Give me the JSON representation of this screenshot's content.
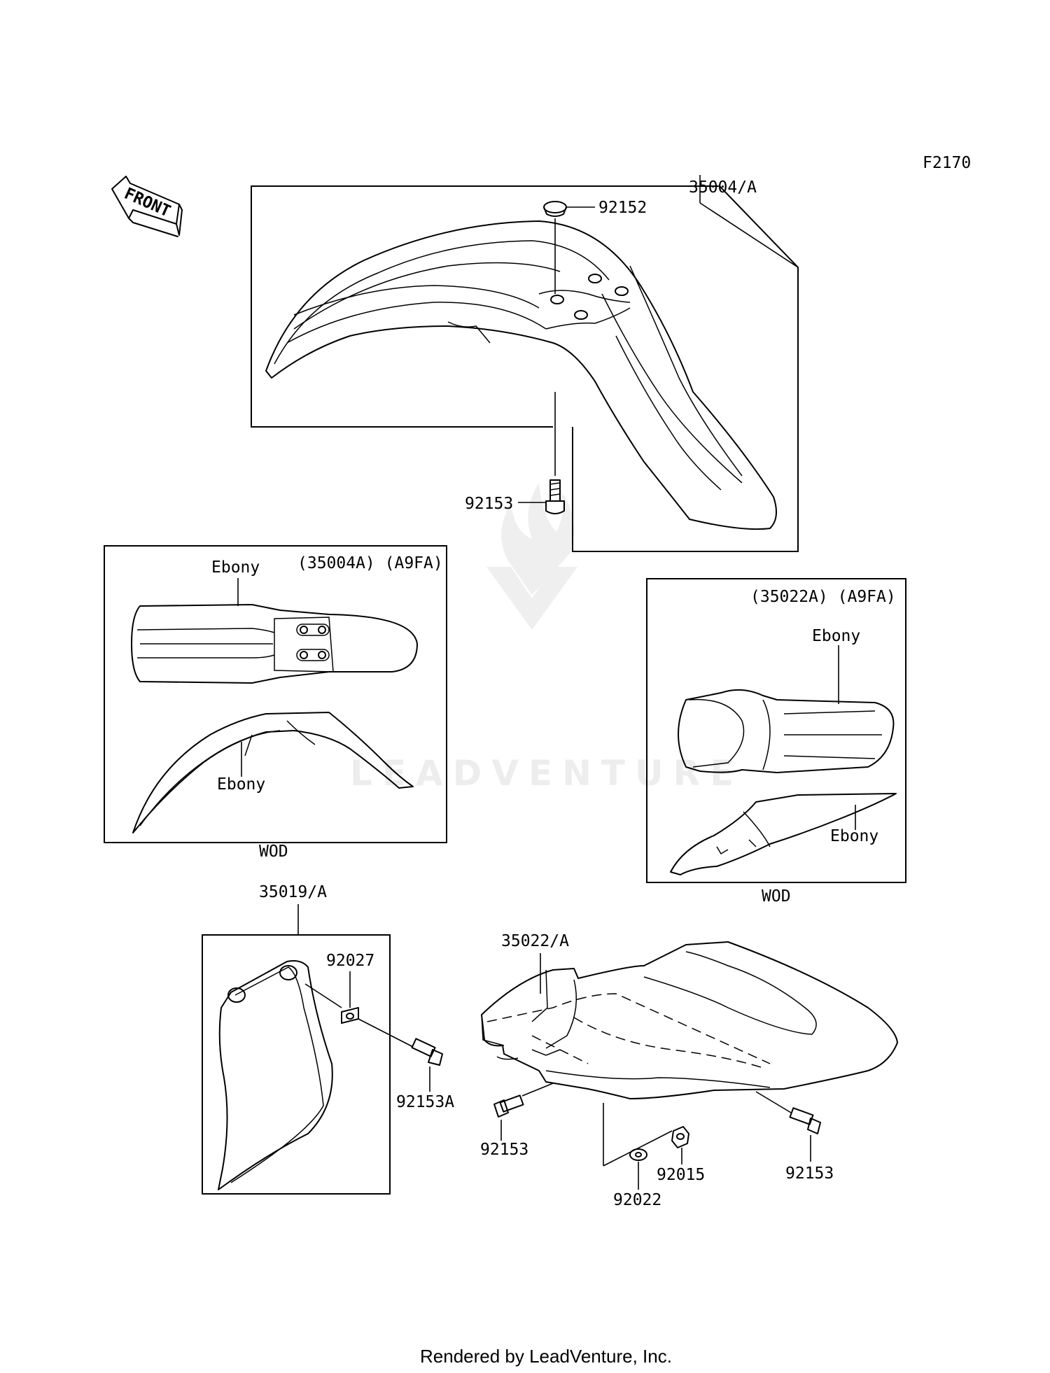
{
  "diagram_code": "F2170",
  "front_arrow_label": "FRONT",
  "parts": {
    "front_fender": "35004/A",
    "front_cap": "92152",
    "front_bolt": "92153",
    "fork_guard": "35019/A",
    "fork_collar": "92027",
    "fork_bolt": "92153A",
    "rear_fender": "35022/A",
    "rear_bolt_left": "92153",
    "rear_bolt_right": "92153",
    "rear_washer": "92022",
    "rear_nut": "92015"
  },
  "inset_front": {
    "code": "(35004A) (A9FA)",
    "color_top": "Ebony",
    "color_side": "Ebony",
    "variant": "WOD"
  },
  "inset_rear": {
    "code": "(35022A) (A9FA)",
    "color_top": "Ebony",
    "color_side": "Ebony",
    "variant": "WOD"
  },
  "watermark": "LEADVENTURE",
  "footer": "Rendered by LeadVenture, Inc."
}
